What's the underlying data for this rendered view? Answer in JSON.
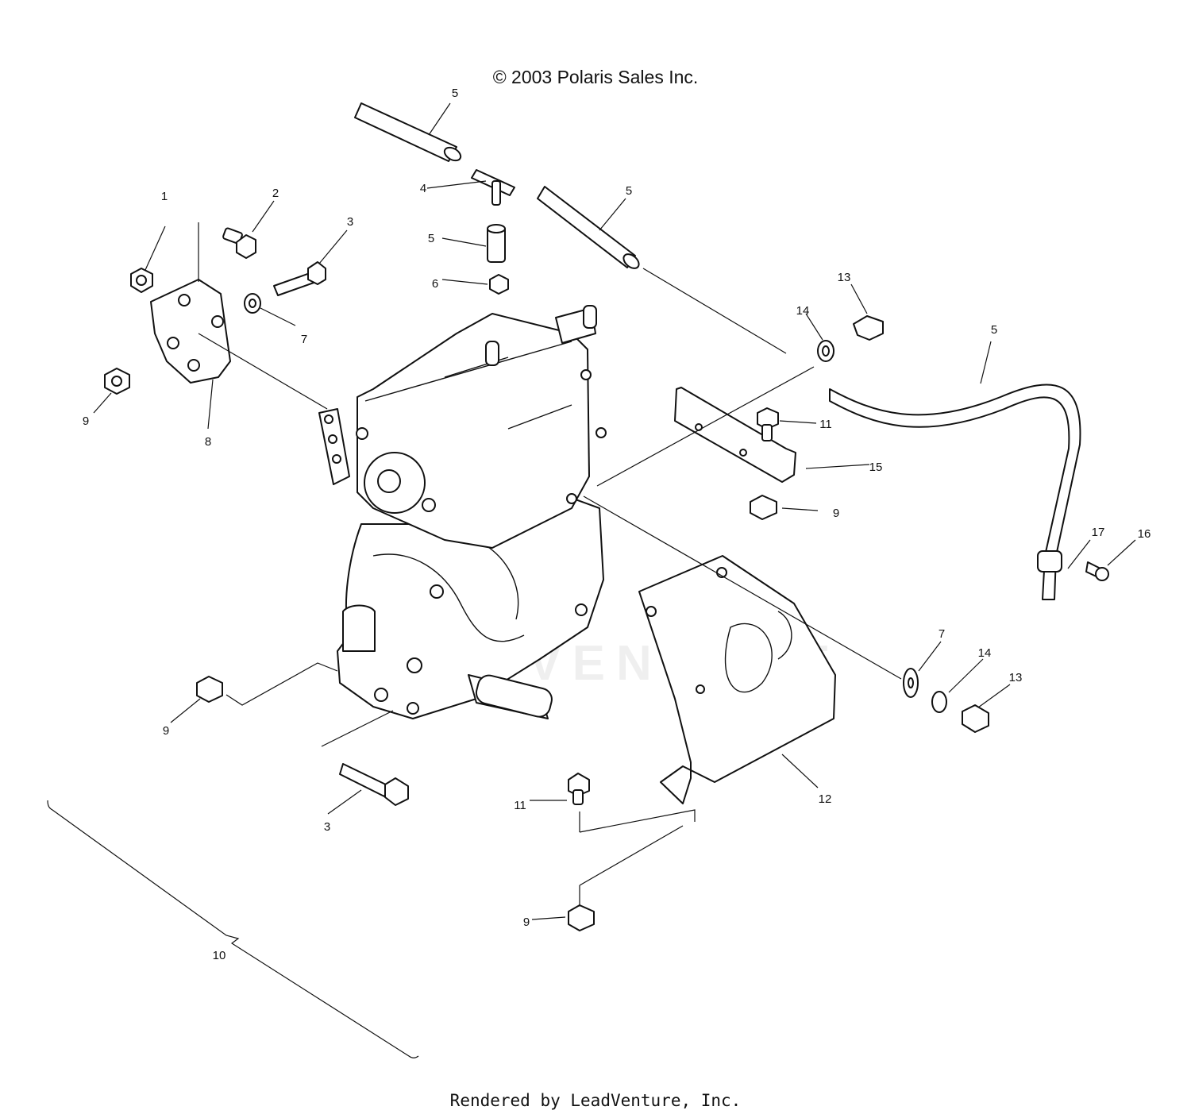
{
  "header": {
    "copyright": "© 2003 Polaris Sales Inc."
  },
  "footer": {
    "rendered_by": "Rendered by LeadVenture, Inc."
  },
  "watermark": {
    "text": "LEADVENTURE"
  },
  "callouts": [
    {
      "id": "c1",
      "label": "1"
    },
    {
      "id": "c2",
      "label": "2"
    },
    {
      "id": "c3a",
      "label": "3"
    },
    {
      "id": "c3b",
      "label": "3"
    },
    {
      "id": "c4",
      "label": "4"
    },
    {
      "id": "c5a",
      "label": "5"
    },
    {
      "id": "c5b",
      "label": "5"
    },
    {
      "id": "c5c",
      "label": "5"
    },
    {
      "id": "c5d",
      "label": "5"
    },
    {
      "id": "c6",
      "label": "6"
    },
    {
      "id": "c7a",
      "label": "7"
    },
    {
      "id": "c7b",
      "label": "7"
    },
    {
      "id": "c8",
      "label": "8"
    },
    {
      "id": "c9a",
      "label": "9"
    },
    {
      "id": "c9b",
      "label": "9"
    },
    {
      "id": "c9c",
      "label": "9"
    },
    {
      "id": "c9d",
      "label": "9"
    },
    {
      "id": "c10",
      "label": "10"
    },
    {
      "id": "c11a",
      "label": "11"
    },
    {
      "id": "c11b",
      "label": "11"
    },
    {
      "id": "c12",
      "label": "12"
    },
    {
      "id": "c13a",
      "label": "13"
    },
    {
      "id": "c13b",
      "label": "13"
    },
    {
      "id": "c14a",
      "label": "14"
    },
    {
      "id": "c14b",
      "label": "14"
    },
    {
      "id": "c15",
      "label": "15"
    },
    {
      "id": "c16",
      "label": "16"
    },
    {
      "id": "c17",
      "label": "17"
    }
  ]
}
